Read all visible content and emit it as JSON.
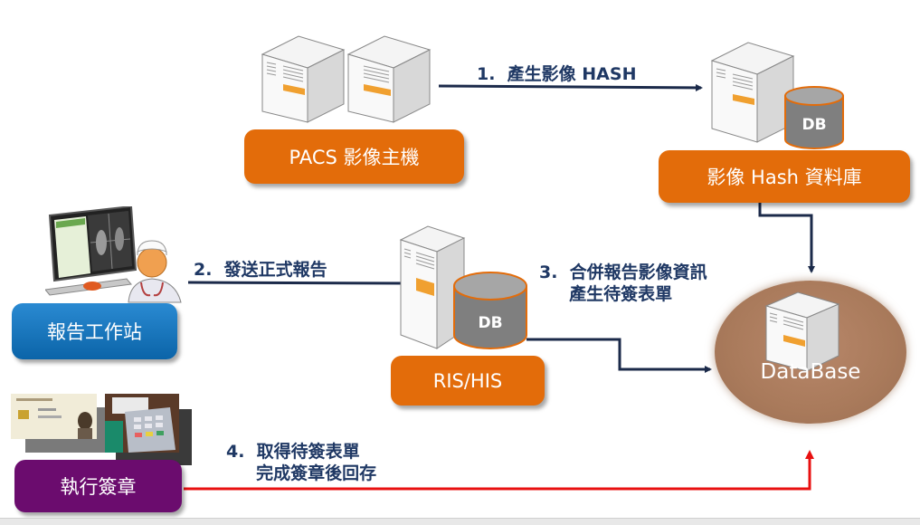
{
  "nodes": {
    "pacs": {
      "label": "PACS 影像主機",
      "color": "#e36c0a"
    },
    "hash_db": {
      "label": "影像 Hash 資料庫",
      "color": "#e36c0a",
      "db_label": "DB"
    },
    "workstation": {
      "label": "報告工作站",
      "color": "#0f75bc"
    },
    "ris_his": {
      "label": "RIS/HIS",
      "color": "#e36c0a",
      "db_label": "DB"
    },
    "database": {
      "label": "DataBase",
      "color": "#a97a5b"
    },
    "signing": {
      "label": "執行簽章",
      "color": "#6b0c6e"
    }
  },
  "steps": [
    {
      "id": 1,
      "text": "1.  產生影像 HASH"
    },
    {
      "id": 2,
      "text": "2.  發送正式報告"
    },
    {
      "id": 3,
      "text": "3.  合併報告影像資訊\n     產生待簽表單"
    },
    {
      "id": 4,
      "text": "4.  取得待簽表單\n     完成簽章後回存"
    }
  ],
  "arrow_colors": {
    "primary": "#1b2a4a",
    "return": "#e81010"
  }
}
